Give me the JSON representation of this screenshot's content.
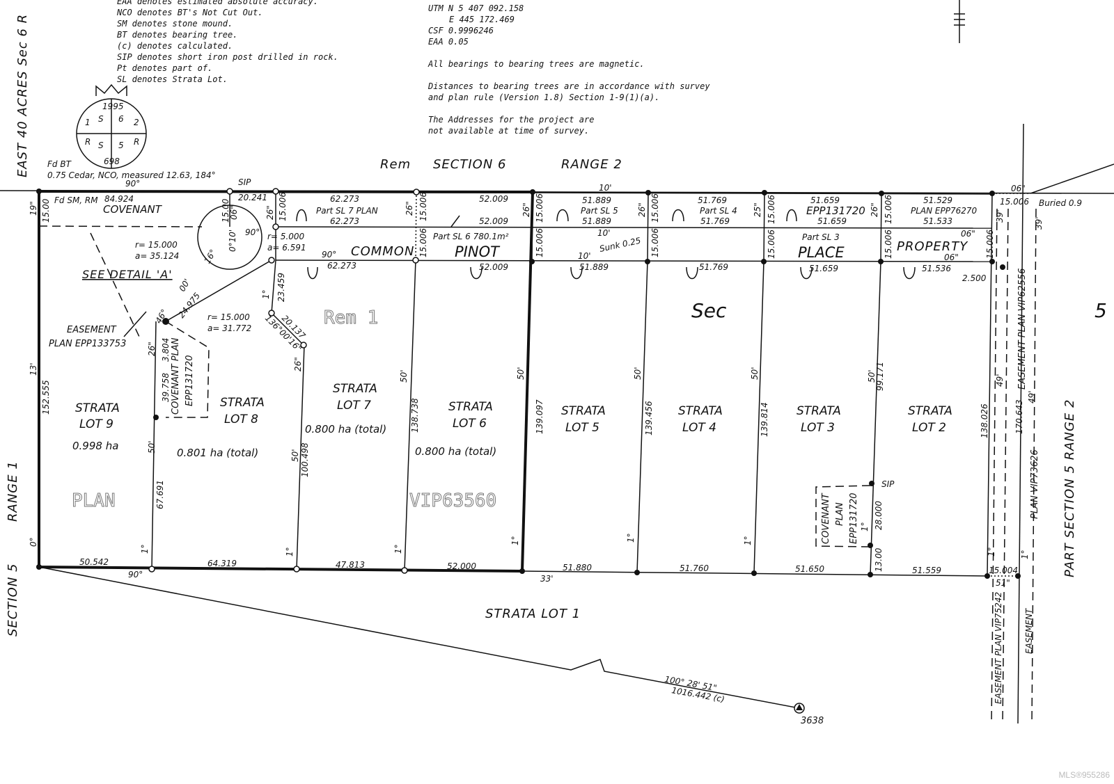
{
  "legend": [
    "EAA denotes estimated absolute accuracy.",
    "NCO denotes BT's Not Cut Out.",
    "SM denotes stone mound.",
    "BT denotes bearing tree.",
    "(c) denotes calculated.",
    "SIP denotes short iron post drilled in rock.",
    "Pt denotes part of.",
    "SL denotes Strata Lot."
  ],
  "notes": {
    "utm_n": "UTM N 5 407 092.158",
    "utm_e": "E 445 172.469",
    "csf": "CSF 0.9996246",
    "eaa": "EAA 0.05",
    "bearings": "All bearings to bearing trees are magnetic.",
    "dist1": "Distances to bearing trees are in accordance with survey",
    "dist2": "and plan rule (Version 1.8) Section 1-9(1)(a).",
    "addr1": "The Addresses for the project are",
    "addr2": "not available at time of survey."
  },
  "monument": {
    "year": "1995",
    "n698": "698",
    "q_tl": "S",
    "q_tr": "6",
    "q_bl": "S",
    "q_br": "5",
    "l_top": "1",
    "l_right": "2",
    "l_bl": "R",
    "l_br": "R"
  },
  "headers": {
    "rem": "Rem",
    "section6": "SECTION 6",
    "range2": "RANGE 2",
    "east40": "EAST 40 ACRES  Sec 6 R",
    "range1": "RANGE 1",
    "section5_left": "SECTION 5",
    "part_section5": "PART SECTION 5  RANGE 2",
    "sec": "Sec",
    "five": "5",
    "strata_lot_1": "STRATA  LOT  1",
    "rem1": "Rem 1",
    "plan_outline": "PLAN",
    "vip_outline": "VIP63560"
  },
  "corner": {
    "fd_bt": "Fd BT",
    "fd_bt_detail": "0.75 Cedar, NCO, measured 12.63, 184°",
    "fd_sm": "Fd SM, RM",
    "sip": "SIP",
    "covenant": "COVENANT",
    "see_detail": "SEE DETAIL 'A'",
    "easement1": "EASEMENT",
    "easement2": "PLAN EPP133753",
    "buried": "Buried 0.9",
    "benchmark": "3638",
    "bm_bearing": "100° 28' 51\"",
    "bm_dist": "1016.442 (c)"
  },
  "road": {
    "common": "COMMON",
    "pinot": "PINOT",
    "place": "PLACE",
    "property": "PROPERTY",
    "sunk": "Sunk 0.25"
  },
  "parts": {
    "p7": "Part SL 7 PLAN",
    "p6": "Part SL 6 780.1m²",
    "p5": "Part SL 5",
    "p4": "Part SL 4",
    "p3": "Part SL 3",
    "epp": "EPP131720",
    "plan_epp": "PLAN EPP76270"
  },
  "lots": [
    {
      "line1": "STRATA",
      "line2": "LOT 9",
      "area": "0.998 ha"
    },
    {
      "line1": "STRATA",
      "line2": "LOT 8",
      "area": "0.801 ha (total)"
    },
    {
      "line1": "STRATA",
      "line2": "LOT 7",
      "area": "0.800 ha (total)"
    },
    {
      "line1": "STRATA",
      "line2": "LOT 6",
      "area": "0.800 ha (total)"
    },
    {
      "line1": "STRATA",
      "line2": "LOT 5",
      "area": ""
    },
    {
      "line1": "STRATA",
      "line2": "LOT 4",
      "area": ""
    },
    {
      "line1": "STRATA",
      "line2": "LOT 3",
      "area": ""
    },
    {
      "line1": "STRATA",
      "line2": "LOT 2",
      "area": ""
    }
  ],
  "covenants": {
    "c8a": "COVENANT PLAN",
    "c8b": "EPP131720",
    "c3a": "COVENANT",
    "c3b": "PLAN",
    "c3c": "EPP131720",
    "sip2": "SIP",
    "easement_plan_vip62556": "EASEMENT PLAN VIP62556",
    "plan_vip73626": "PLAN VIP73626",
    "easement_plan_vip75242": "EASEMENT PLAN VIP75242",
    "easement": "EASEMENT"
  },
  "dims": {
    "top_84": "84.924",
    "top_20": "20.241",
    "top_62a": "62.273",
    "top_62b": "62.273",
    "top_62c": "62.273",
    "top_52a": "52.009",
    "top_52b": "52.009",
    "top_52c": "52.009",
    "t51889a": "51.889",
    "t51889b": "51.889",
    "t51889c": "51.889",
    "t51769a": "51.769",
    "t51769b": "51.769",
    "t51769c": "51.769",
    "t51659a": "51.659",
    "t51659b": "51.659",
    "t51659c": "51.659",
    "t51529": "51.529",
    "t51533": "51.533",
    "t51536": "51.536",
    "w15006": "15.006",
    "w1500": "15.00",
    "w15006b": "15.006",
    "r15a": "r= 15.000",
    "a35": "a= 35.124",
    "r5": "r= 5.000",
    "a6": "a= 6.591",
    "r15b": "r= 15.000",
    "a31": "a= 31.772",
    "d24975": "24.975",
    "d23459": "23.459",
    "d20137": "20.137",
    "d39758": "39.758",
    "d3804": "3.804",
    "v152555": "152.555",
    "v67691": "67.691",
    "v100498": "100.498",
    "v138738": "138.738",
    "v139097": "139.097",
    "v139456": "139.456",
    "v139814": "139.814",
    "v99171": "99.171",
    "v138026": "138.026",
    "v28000": "28.000",
    "v1300": "13.00",
    "v170643": "170.643",
    "b50542": "50.542",
    "b64319": "64.319",
    "b47813": "47.813",
    "b52000": "52.000",
    "b51880": "51.880",
    "b51760": "51.760",
    "b51650": "51.650",
    "b51559": "51.559",
    "b15004": "15.004",
    "d2500": "2.500",
    "ang90a": "90°",
    "ang90b": "90°",
    "ang90c": "90°",
    "ang90d": "90°",
    "ang10": "10'",
    "ang10b": "10'",
    "ang10c": "10'",
    "ang33": "33'",
    "ang19": "19\"",
    "ang06": "06\"",
    "ang06b": "06\"",
    "ang06c": "06\"",
    "ang06d": "06\"",
    "ang26": "26\"",
    "ang50": "50'",
    "ang1": "1°",
    "ang13": "13'",
    "ang0": "0°",
    "ang49": "49'",
    "ang39": "39'",
    "ang51": "51\"",
    "ang25": "25\"",
    "ang46": "46°",
    "ang16": "16°",
    "ang00": "00'",
    "ang136": "136°00'16\"",
    "ang010": "0°10'"
  },
  "watermark": "MLS®955286"
}
